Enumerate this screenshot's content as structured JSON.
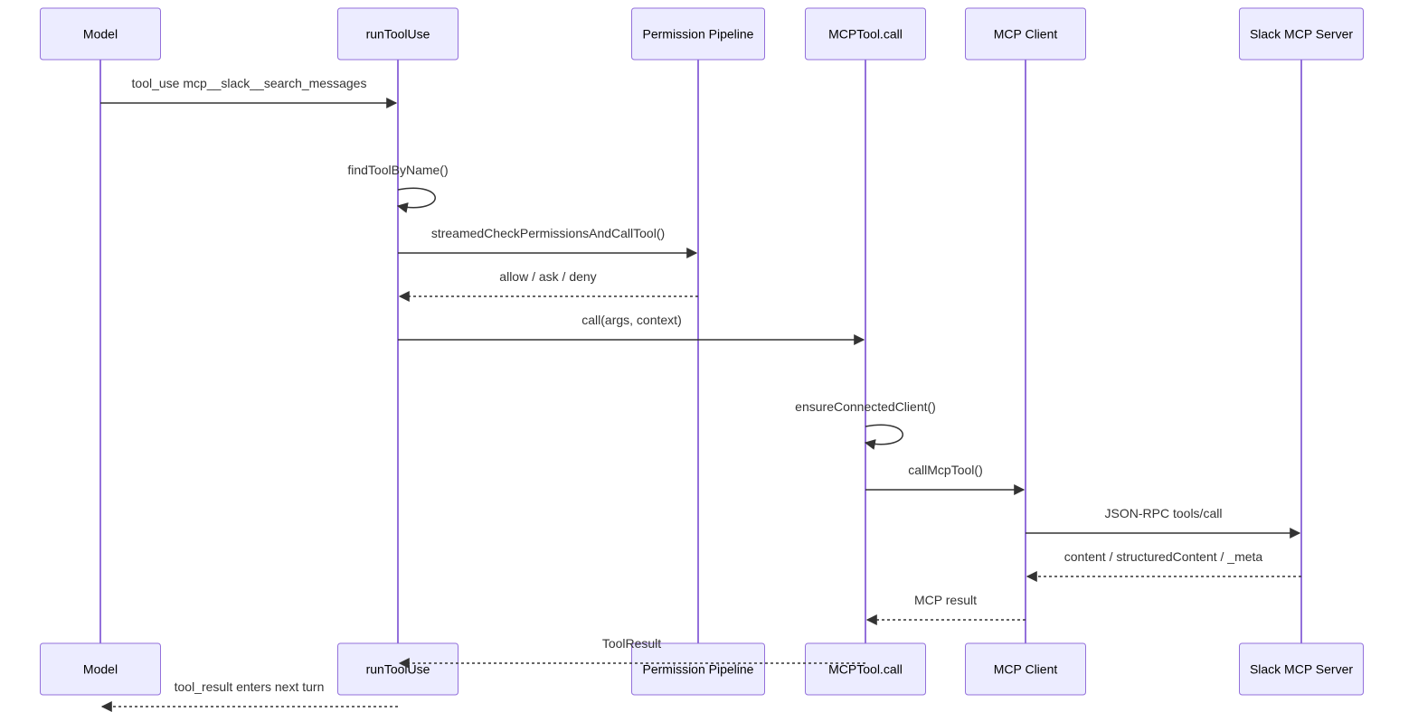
{
  "diagram": {
    "type": "sequence",
    "participants": [
      {
        "id": "model",
        "label": "Model"
      },
      {
        "id": "runToolUse",
        "label": "runToolUse"
      },
      {
        "id": "permission",
        "label": "Permission Pipeline"
      },
      {
        "id": "mcptool",
        "label": "MCPTool.call"
      },
      {
        "id": "mcpclient",
        "label": "MCP Client"
      },
      {
        "id": "slack",
        "label": "Slack MCP Server"
      }
    ],
    "messages": [
      {
        "from": "model",
        "to": "runToolUse",
        "label": "tool_use mcp__slack__search_messages",
        "style": "solid"
      },
      {
        "from": "runToolUse",
        "to": "runToolUse",
        "label": "findToolByName()",
        "style": "solid"
      },
      {
        "from": "runToolUse",
        "to": "permission",
        "label": "streamedCheckPermissionsAndCallTool()",
        "style": "solid"
      },
      {
        "from": "permission",
        "to": "runToolUse",
        "label": "allow / ask / deny",
        "style": "dotted"
      },
      {
        "from": "runToolUse",
        "to": "mcptool",
        "label": "call(args, context)",
        "style": "solid"
      },
      {
        "from": "mcptool",
        "to": "mcptool",
        "label": "ensureConnectedClient()",
        "style": "solid"
      },
      {
        "from": "mcptool",
        "to": "mcpclient",
        "label": "callMcpTool()",
        "style": "solid"
      },
      {
        "from": "mcpclient",
        "to": "slack",
        "label": "JSON-RPC tools/call",
        "style": "solid"
      },
      {
        "from": "slack",
        "to": "mcpclient",
        "label": "content / structuredContent / _meta",
        "style": "dotted"
      },
      {
        "from": "mcpclient",
        "to": "mcptool",
        "label": "MCP result",
        "style": "dotted"
      },
      {
        "from": "mcptool",
        "to": "runToolUse",
        "label": "ToolResult",
        "style": "dotted"
      },
      {
        "from": "runToolUse",
        "to": "model",
        "label": "tool_result enters next turn",
        "style": "dotted"
      }
    ]
  },
  "colors": {
    "actor_fill": "#ececff",
    "actor_stroke": "#9370db",
    "lifeline": "#9370db",
    "message": "#333333"
  }
}
